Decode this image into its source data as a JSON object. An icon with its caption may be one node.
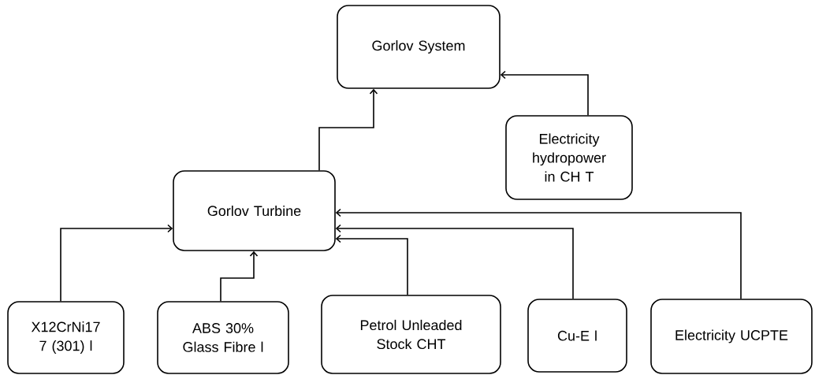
{
  "diagram": {
    "nodes": [
      {
        "text": [
          "Gorlov System"
        ]
      },
      {
        "text": [
          "Electricity hydropower in CH T"
        ]
      },
      {
        "text": [
          "Gorlov Turbine"
        ]
      },
      {
        "text": [
          "X12CrNi17 7 (301) l"
        ]
      },
      {
        "text": [
          "ABS 30% Glass Fibre l"
        ]
      },
      {
        "text": [
          "Petrol Unleaded Stock CHT"
        ]
      },
      {
        "text": [
          "Cu-E l"
        ]
      },
      {
        "text": [
          "Electricity UCPTE"
        ]
      }
    ],
    "edges": [
      {
        "from": 2,
        "to": 0,
        "arrow": "to"
      },
      {
        "from": 1,
        "to": 0,
        "arrow": "to"
      },
      {
        "from": 3,
        "to": 2,
        "arrow": "to"
      },
      {
        "from": 4,
        "to": 2,
        "arrow": "to"
      },
      {
        "from": 5,
        "to": 2,
        "arrow": "to"
      },
      {
        "from": 6,
        "to": 2,
        "arrow": "to"
      },
      {
        "from": 7,
        "to": 2,
        "arrow": "to"
      }
    ]
  }
}
